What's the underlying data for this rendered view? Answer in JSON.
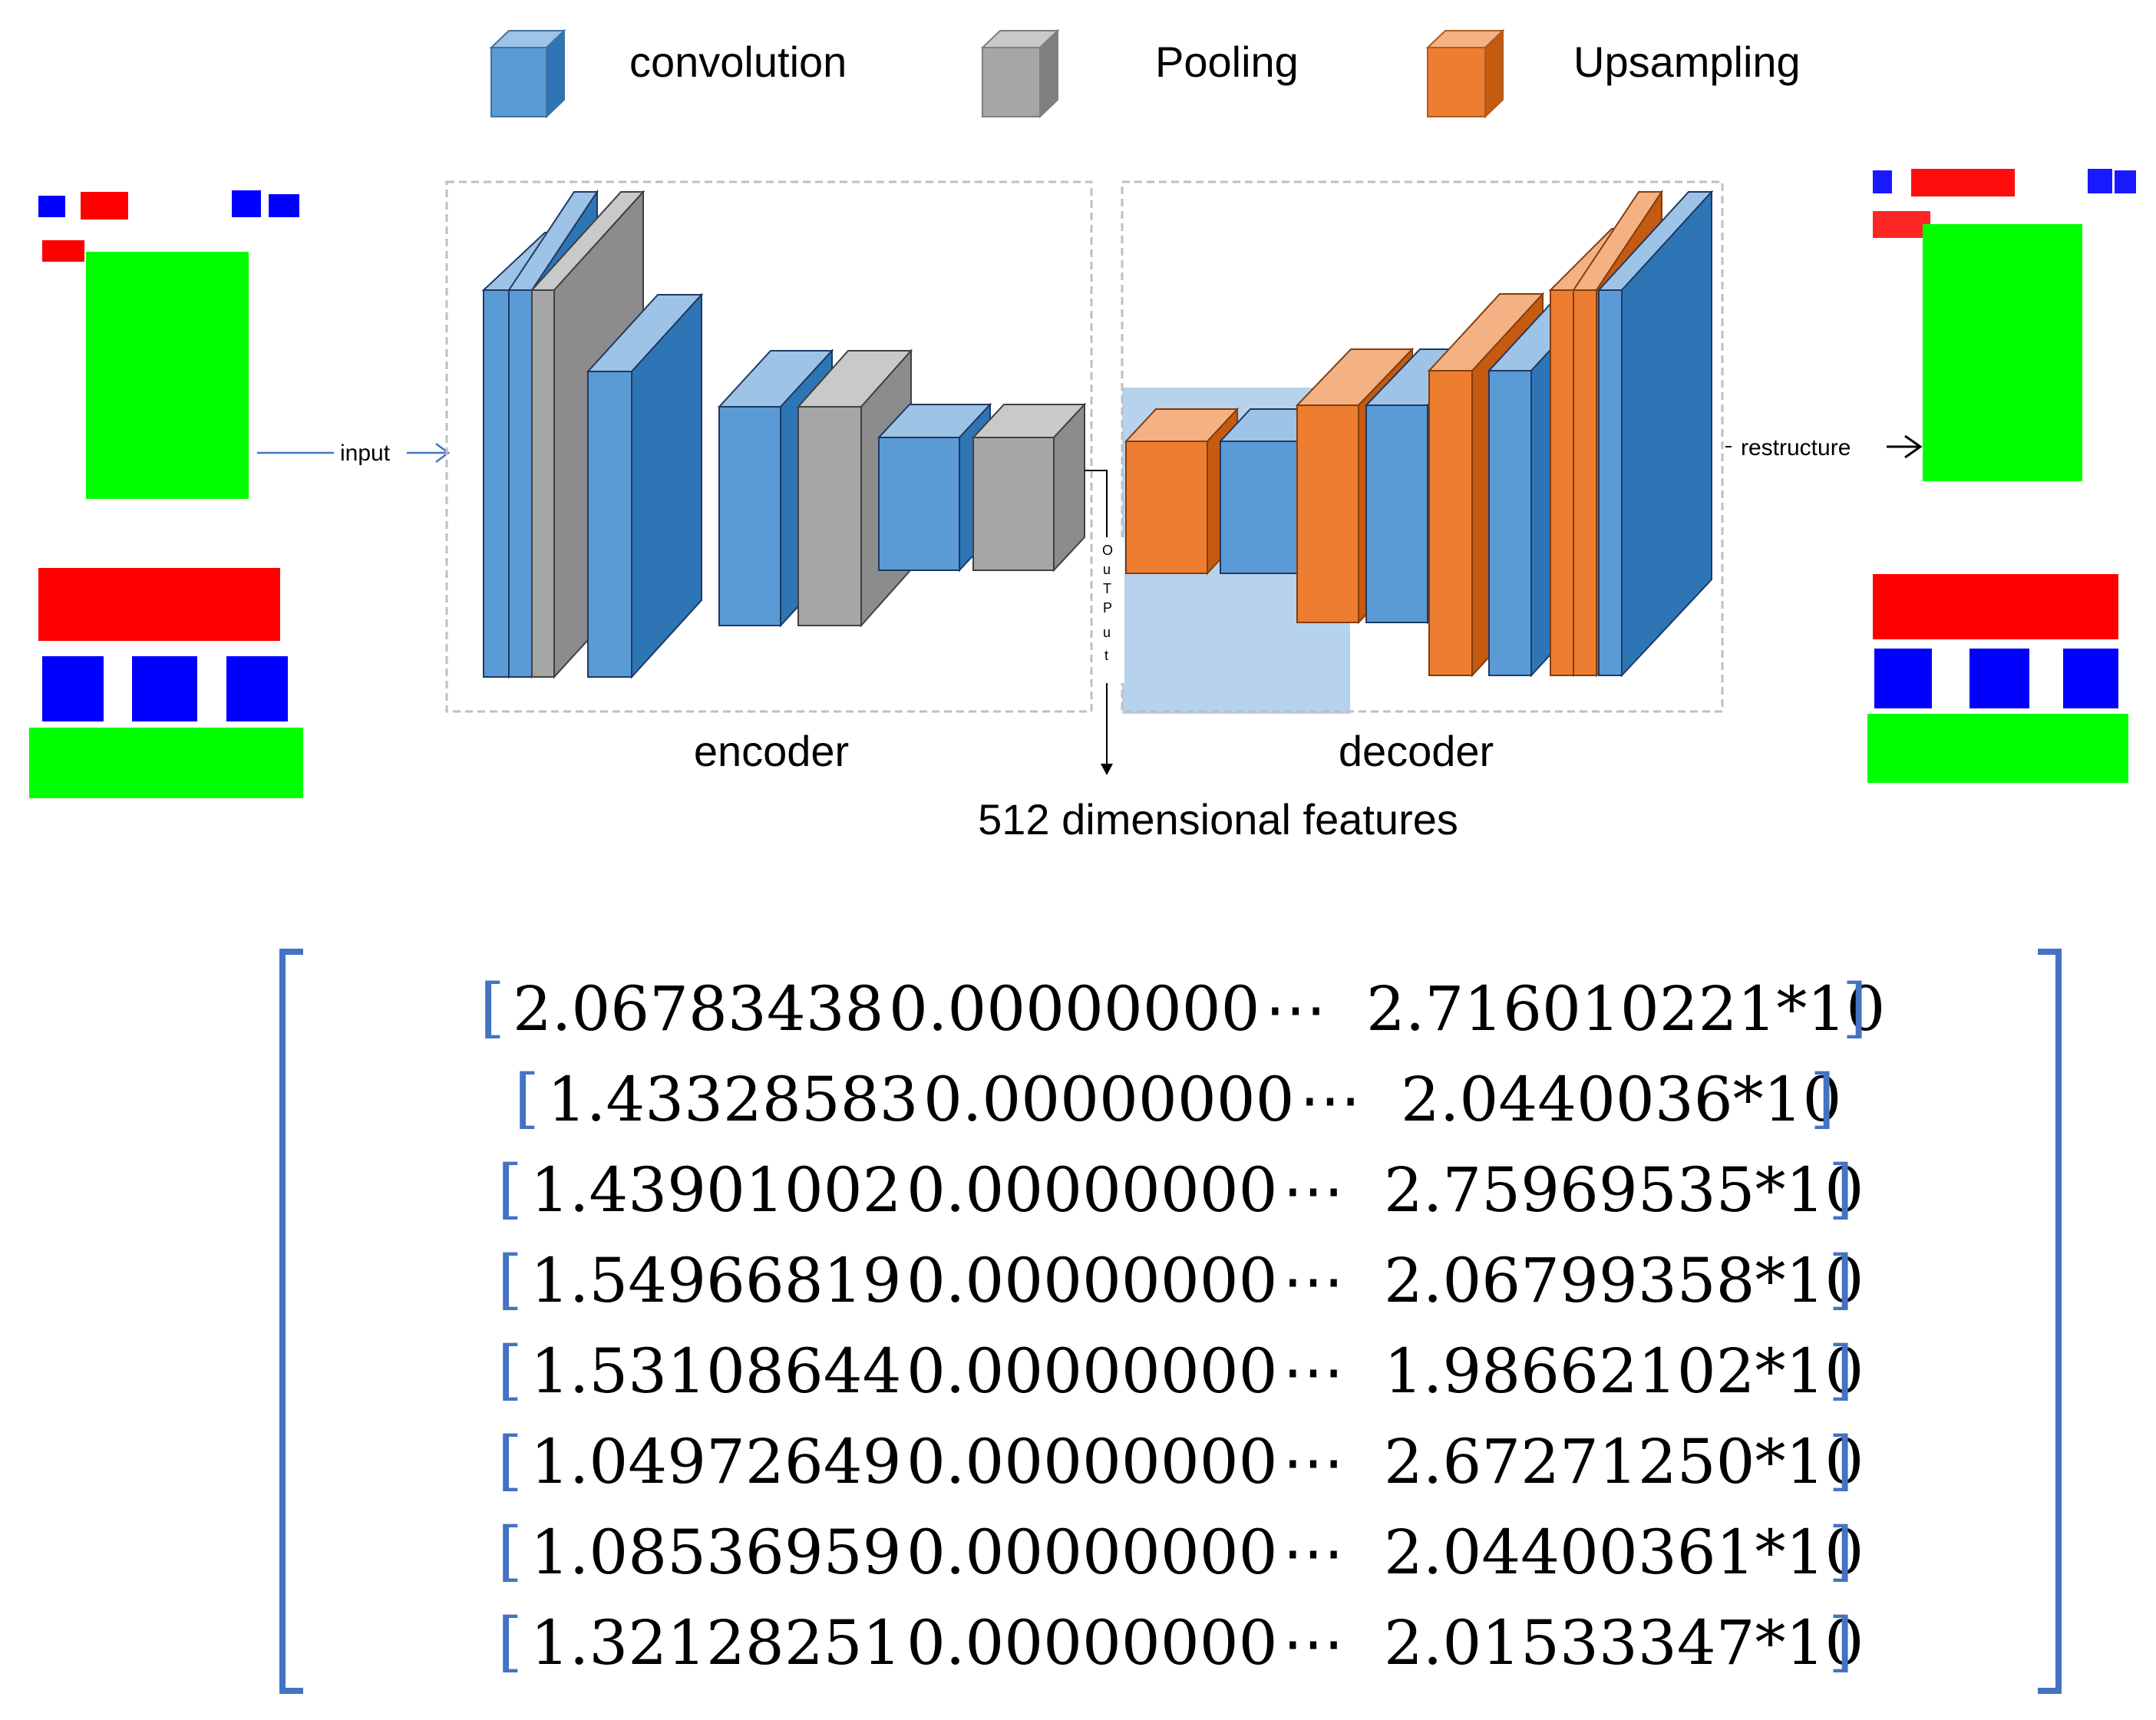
{
  "legend": [
    {
      "label": "convolution",
      "color": "#5b9bd5"
    },
    {
      "label": "Pooling",
      "color": "#a6a6a6"
    },
    {
      "label": "Upsampling",
      "color": "#ed7d31"
    }
  ],
  "labels": {
    "input": "input",
    "restructure": "restructure",
    "encoder": "encoder",
    "decoder": "decoder",
    "output_vertical": "OuTPut",
    "features": "512 dimensional features"
  },
  "matrix": {
    "ellipsis": "⋯",
    "rows": [
      [
        "2.06783438",
        "0.00000000",
        "2.716010221*10"
      ],
      [
        "1.43328583",
        "0.00000000",
        "2.0440036*10"
      ],
      [
        "1.43901002",
        "0.00000000",
        "2.75969535*10"
      ],
      [
        "1.54966819",
        "0.00000000",
        "2.06799358*10"
      ],
      [
        "1.53108644",
        "0.00000000",
        "1.98662102*10"
      ],
      [
        "1.04972649",
        "0.00000000",
        "2.67271250*10"
      ],
      [
        "1.08536959",
        "0.00000000",
        "2.04400361*10"
      ],
      [
        "1.32128251",
        "0.00000000",
        "2.01533347*10"
      ]
    ]
  },
  "colors": {
    "conv_front": "#5b9bd5",
    "conv_side": "#2e75b6",
    "conv_top": "#9dc3e6",
    "pool_front": "#a6a6a6",
    "pool_side": "#7f7f7f",
    "pool_top": "#c9c9c9",
    "up_front": "#ed7d31",
    "up_side": "#c55a11",
    "up_top": "#f4b183",
    "bracket": "#4472c4",
    "red": "#ff0000",
    "blue": "#0000ff",
    "green": "#00ff00"
  }
}
